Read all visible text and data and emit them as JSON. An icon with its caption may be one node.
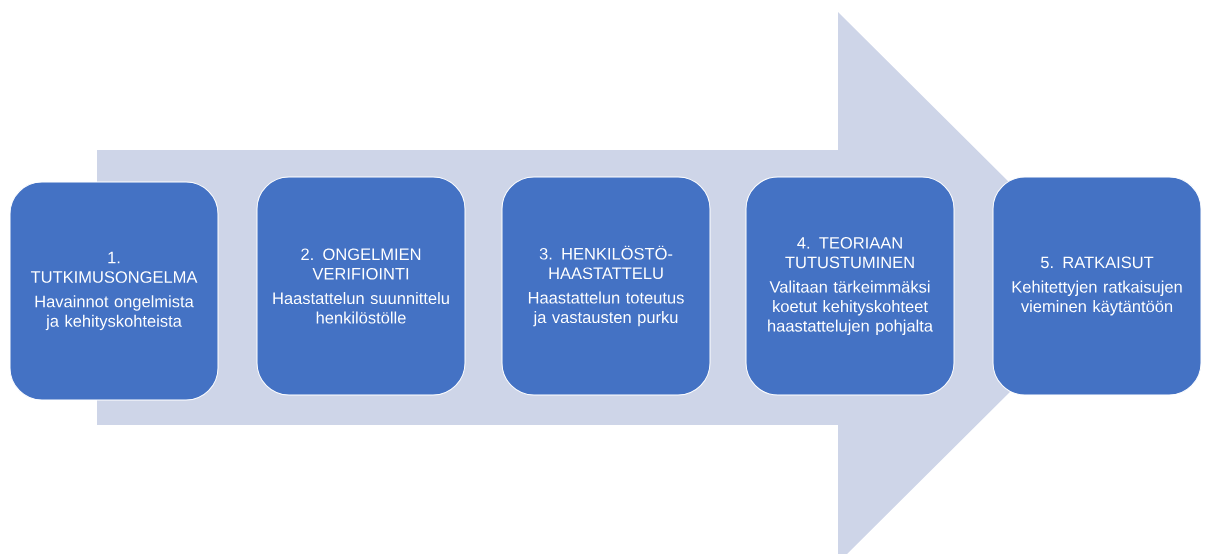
{
  "diagram": {
    "nodes": [
      {
        "text": [
          "1. TUTKIMUSONGELMA",
          "Havainnot ongelmista ja kehityskohteista"
        ]
      },
      {
        "text": [
          "2. ONGELMIEN VERIFIOINTI",
          "Haastattelun suunnittelu henkilöstölle"
        ]
      },
      {
        "text": [
          "3. HENKILÖSTÖ-HAASTATTELU",
          "Haastattelun toteutus ja vastausten purku"
        ]
      },
      {
        "text": [
          "4. TEORIAAN TUTUSTUMINEN",
          "Valitaan tärkeimmäksi koetut kehityskohteet haastattelujen pohjalta"
        ]
      },
      {
        "text": [
          "5. RATKAISUT",
          "Kehitettyjen ratkaisujen vieminen käytäntöön"
        ]
      }
    ],
    "edges": [
      {
        "from": 0,
        "to": 4,
        "arrow": "to"
      }
    ]
  }
}
